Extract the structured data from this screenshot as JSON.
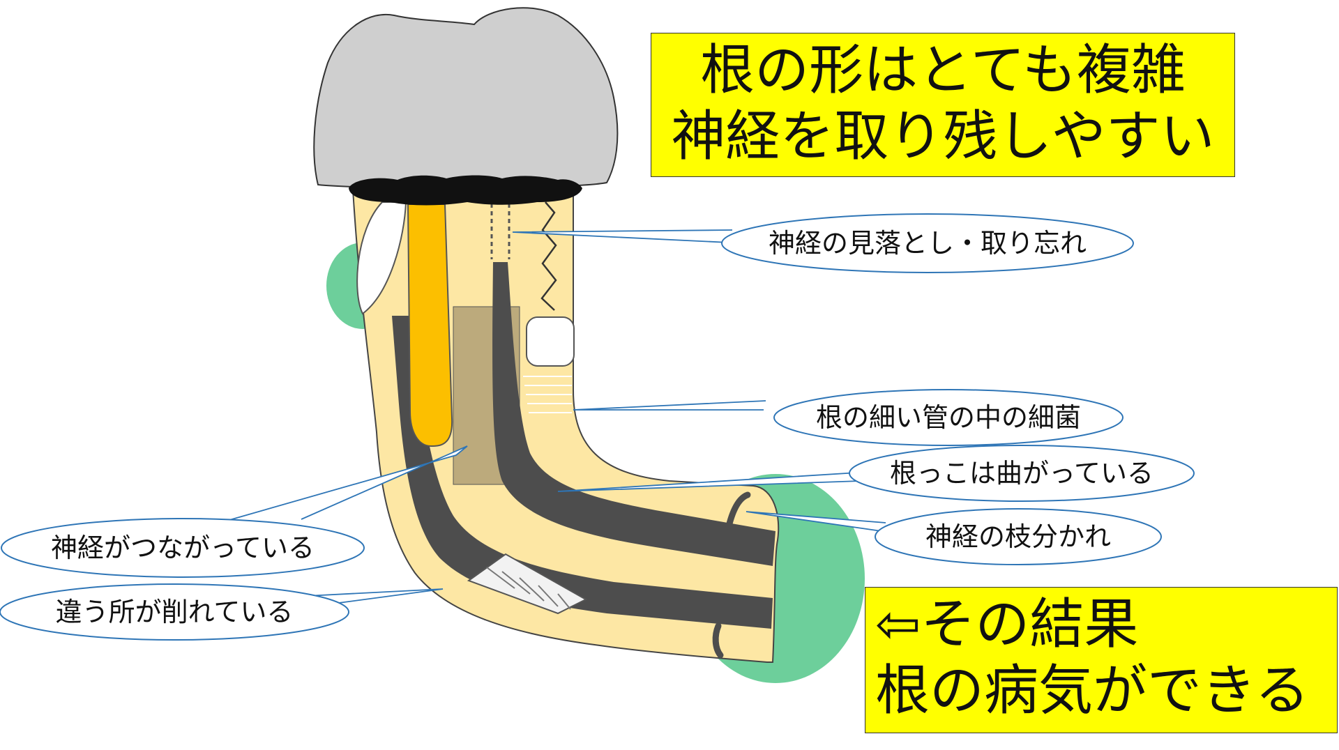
{
  "title_box": {
    "line1": "根の形はとても複雑",
    "line2": "神経を取り残しやすい"
  },
  "result_box": {
    "line1": "⇦その結果",
    "line2": "根の病気ができる"
  },
  "callouts": {
    "missed_nerve": "神経の見落とし・取り忘れ",
    "bacteria_in_tubules": "根の細い管の中の細菌",
    "curved_root": "根っこは曲がっている",
    "nerve_branches": "神経の枝分かれ",
    "connected_nerve": "神経がつながっている",
    "wrong_spot_cut": "違う所が削れている"
  },
  "colors": {
    "crown": "#cfcfcf",
    "root": "#fde7a4",
    "canal": "#4d4d4d",
    "filling": "#fcbf00",
    "isthmus": "#bcaa7c",
    "lesion": "#6dcf9b",
    "callout_stroke": "#2e75b6",
    "highlight_box": "#ffff00"
  }
}
